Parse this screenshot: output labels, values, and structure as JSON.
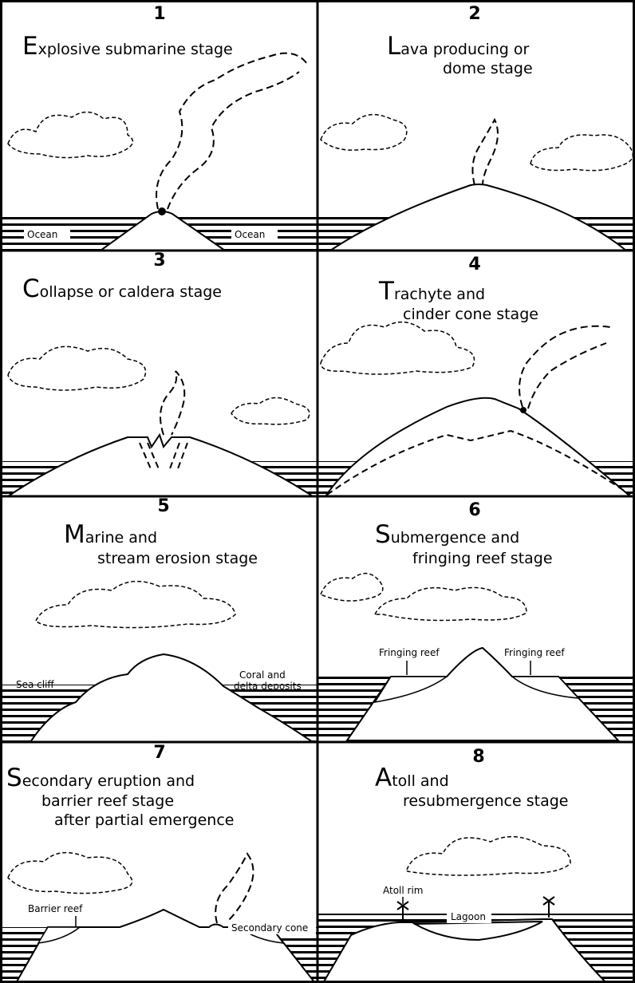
{
  "panels": [
    {
      "number": "1",
      "title_initial": "E",
      "title_lines": [
        "xplosive submarine stage"
      ],
      "labels": {
        "ocean_left": "Ocean",
        "ocean_right": "Ocean"
      }
    },
    {
      "number": "2",
      "title_initial": "L",
      "title_lines": [
        "ava producing or",
        "dome stage"
      ]
    },
    {
      "number": "3",
      "title_initial": "C",
      "title_lines": [
        "ollapse or caldera stage"
      ]
    },
    {
      "number": "4",
      "title_initial": "T",
      "title_lines": [
        "rachyte and",
        "cinder cone stage"
      ]
    },
    {
      "number": "5",
      "title_initial": "M",
      "title_lines": [
        "arine and",
        "stream erosion stage"
      ],
      "labels": {
        "sea_cliff": "Sea cliff",
        "coral_1": "Coral and",
        "coral_2": "delta deposits"
      }
    },
    {
      "number": "6",
      "title_initial": "S",
      "title_lines": [
        "ubmergence and",
        "fringing reef stage"
      ],
      "labels": {
        "reef_left": "Fringing reef",
        "reef_right": "Fringing reef"
      }
    },
    {
      "number": "7",
      "title_initial": "S",
      "title_lines": [
        "econdary eruption and",
        "barrier reef stage",
        "after partial emergence"
      ],
      "labels": {
        "barrier": "Barrier reef",
        "secondary": "Secondary cone"
      }
    },
    {
      "number": "8",
      "title_initial": "A",
      "title_lines": [
        "toll and",
        "resubmergence stage"
      ],
      "labels": {
        "atoll_rim": "Atoll rim",
        "lagoon": "Lagoon"
      }
    }
  ]
}
